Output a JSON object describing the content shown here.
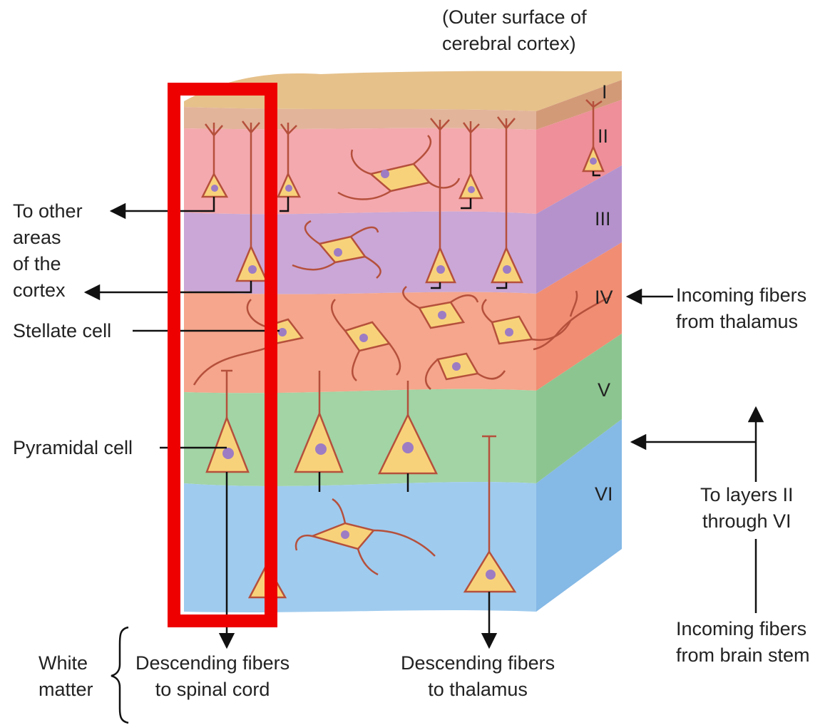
{
  "header": {
    "line1": "(Outer surface of",
    "line2": "cerebral cortex)"
  },
  "layers": [
    "I",
    "II",
    "III",
    "IV",
    "V",
    "VI"
  ],
  "left_labels": {
    "to_other_areas": {
      "line1": "To other",
      "line2": "areas",
      "line3": "of the",
      "line4": "cortex"
    },
    "stellate": "Stellate cell",
    "pyramidal": "Pyramidal cell"
  },
  "right_labels": {
    "thalamus_in": {
      "line1": "Incoming fibers",
      "line2": "from thalamus"
    },
    "to_layers": {
      "line1": "To layers II",
      "line2": "through VI"
    },
    "brainstem_in": {
      "line1": "Incoming fibers",
      "line2": "from brain stem"
    }
  },
  "bottom_labels": {
    "white_matter": {
      "line1": "White",
      "line2": "matter"
    },
    "desc_spinal": {
      "line1": "Descending fibers",
      "line2": "to spinal cord"
    },
    "desc_thalamus": {
      "line1": "Descending fibers",
      "line2": "to thalamus"
    }
  },
  "colors": {
    "layer_I": "#e8c48e",
    "layer_II": "#f4a7ac",
    "layer_III": "#cba8d6",
    "layer_IV": "#f6a58b",
    "layer_V": "#9fd3a2",
    "layer_VI": "#9cc9ee",
    "highlight": "#ee0000",
    "cell_fill": "#f8d27a",
    "cell_outline": "#b5503c",
    "nucleus": "#9d7cc4"
  }
}
